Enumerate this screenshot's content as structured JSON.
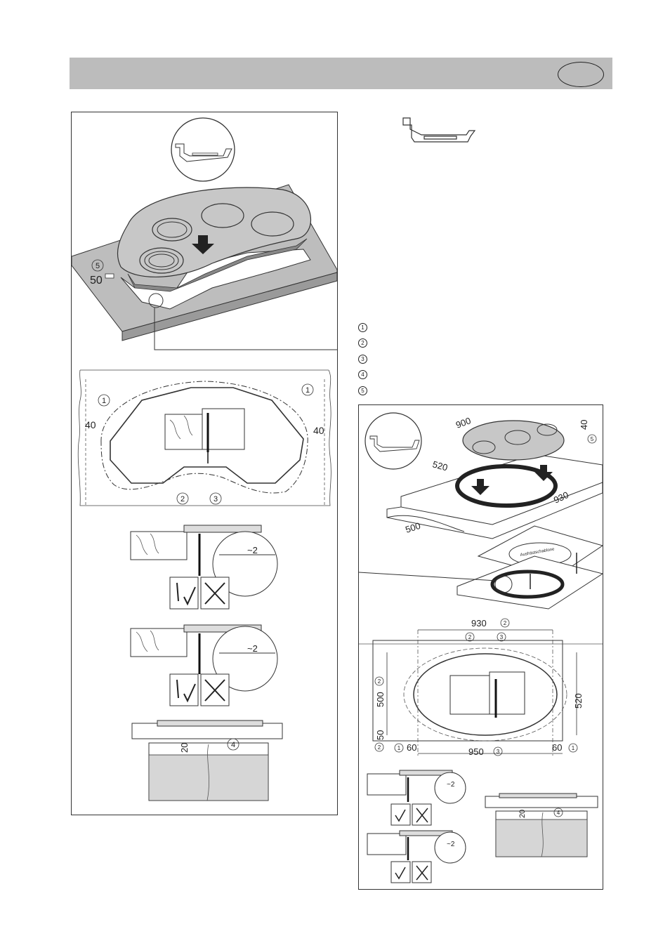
{
  "legend": [
    {
      "num": "1"
    },
    {
      "num": "2"
    },
    {
      "num": "3"
    },
    {
      "num": "4"
    },
    {
      "num": "5"
    }
  ],
  "left": {
    "label_50": "50",
    "label_40_left": "40",
    "label_40_right": "40",
    "label_2a": "~2",
    "label_2b": "~2",
    "label_20": "20",
    "callouts": {
      "c5": "5",
      "c1a": "1",
      "c1b": "1",
      "c2": "2",
      "c3": "3",
      "c4": "4"
    }
  },
  "right": {
    "label_900": "900",
    "label_520_top": "520",
    "label_930_top": "930",
    "label_500_top": "500",
    "label_40": "40",
    "template_text": "Ausfrästschablone",
    "label_930": "930",
    "label_500": "500",
    "label_50": "50",
    "label_520": "520",
    "label_60_left": "60",
    "label_950": "950",
    "label_60_right": "60",
    "label_2a": "~2",
    "label_2b": "~2",
    "label_20": "20",
    "callouts": {
      "c5": "5",
      "c2a": "2",
      "c2b": "2",
      "c3a": "3",
      "c2c": "2",
      "c2d": "2",
      "c1a": "1",
      "c3b": "3",
      "c1b": "1",
      "c2e": "2",
      "c4": "4"
    }
  }
}
